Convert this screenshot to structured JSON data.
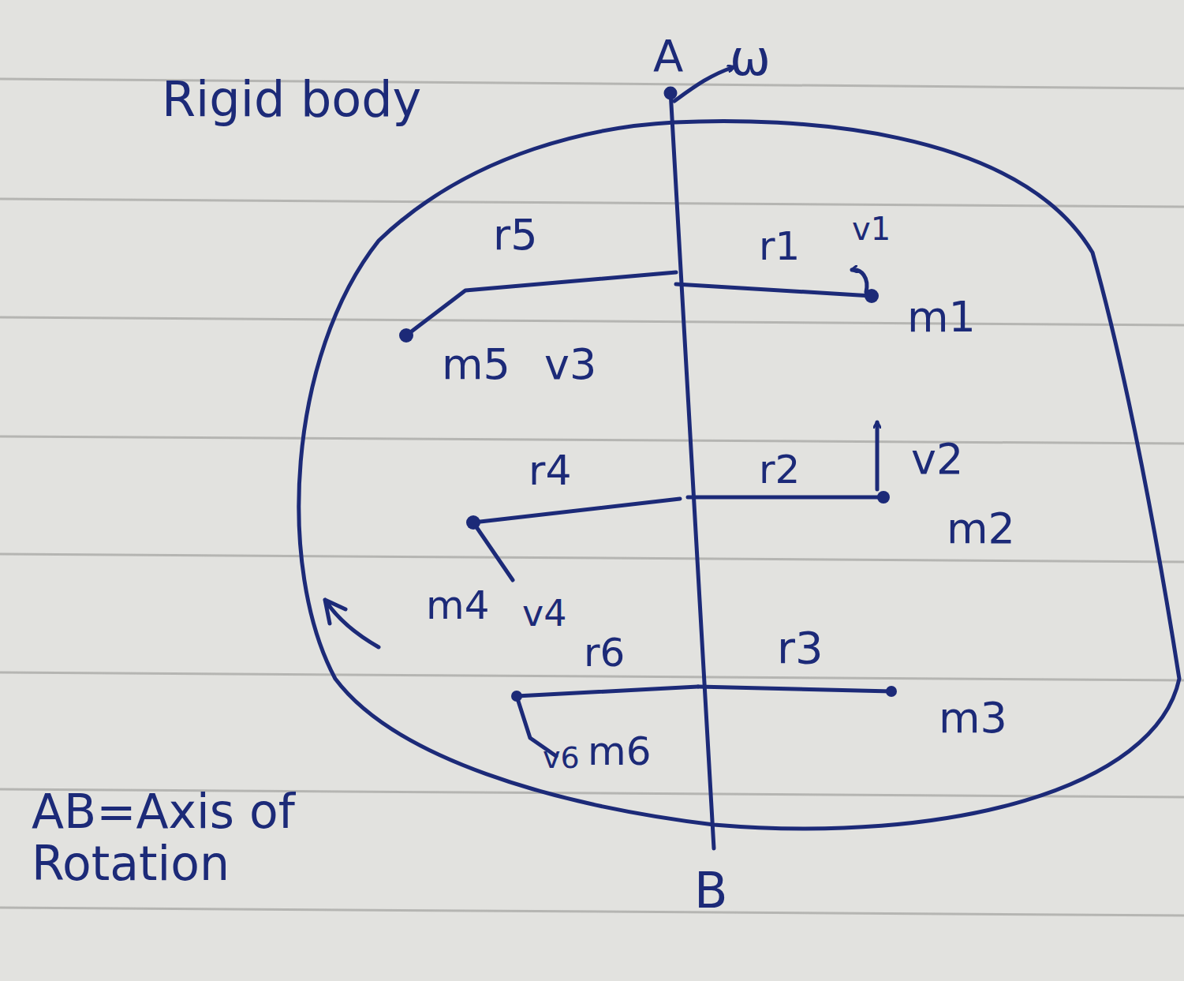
{
  "diagram": {
    "labels": [
      "Rigid body",
      "A",
      "ω",
      "r5",
      "r1",
      "v1",
      "m1",
      "m5",
      "v3",
      "r4",
      "r2",
      "v2",
      "m2",
      "m4",
      "v4",
      "r6",
      "r3",
      "m3",
      "v6",
      "m6",
      "AB=Axis of Rotation",
      "B"
    ]
  }
}
